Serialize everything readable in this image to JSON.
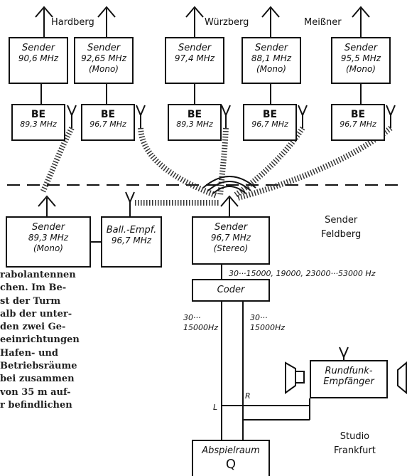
{
  "stations": [
    {
      "name": "Hardberg"
    },
    {
      "name": "Würzberg"
    },
    {
      "name": "Meißner"
    },
    {
      "name": "Sender",
      "name2": "Feldberg"
    },
    {
      "name": "Studio",
      "name2": "Frankfurt"
    }
  ],
  "senders_top": [
    {
      "line1": "Sender",
      "line2": "90,6 MHz",
      "line3": ""
    },
    {
      "line1": "Sender",
      "line2": "92,65 MHz",
      "line3": "(Mono)"
    },
    {
      "line1": "Sender",
      "line2": "97,4 MHz",
      "line3": ""
    },
    {
      "line1": "Sender",
      "line2": "88,1 MHz",
      "line3": "(Mono)"
    },
    {
      "line1": "Sender",
      "line2": "95,5 MHz",
      "line3": "(Mono)"
    }
  ],
  "be_boxes": [
    {
      "label": "BE",
      "freq": "89,3 MHz"
    },
    {
      "label": "BE",
      "freq": "96,7 MHz"
    },
    {
      "label": "BE",
      "freq": "89,3 MHz"
    },
    {
      "label": "BE",
      "freq": "96,7 MHz"
    },
    {
      "label": "BE",
      "freq": "96,7 MHz"
    }
  ],
  "feldberg": {
    "sender_mono": {
      "line1": "Sender",
      "line2": "89,3 MHz",
      "line3": "(Mono)"
    },
    "ball_empf": {
      "line1": "Ball.-Empf.",
      "line2": "96,7 MHz"
    },
    "sender_stereo": {
      "line1": "Sender",
      "line2": "96,7 MHz",
      "line3": "(Stereo)"
    }
  },
  "signal_band": "30···15000, 19000, 23000···53000 Hz",
  "coder": "Coder",
  "left_band": {
    "l1": "30···",
    "l2": "15000Hz"
  },
  "right_band": {
    "l1": "30···",
    "l2": "15000Hz"
  },
  "rundfunk": {
    "line1": "Rundfunk-",
    "line2": "Empfänger"
  },
  "channel_L": "L",
  "channel_R": "R",
  "abspielraum": "Abspielraum",
  "speaker_symbol": "Q",
  "paragraph": [
    "rabolantennen",
    "chen. Im Be-",
    "st der Turm",
    "alb der unter-",
    "den zwei Ge-",
    "eeinrichtungen",
    "Hafen- und",
    "Betriebsräume",
    "bei zusammen",
    "von 35 m auf-",
    "r befindlichen"
  ]
}
